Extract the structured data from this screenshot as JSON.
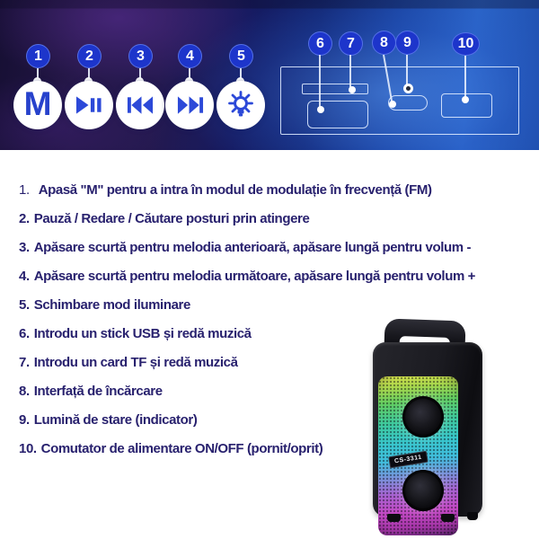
{
  "banner": {
    "callouts": [
      {
        "num": "1",
        "icon": "m-mode-icon",
        "letter": "M"
      },
      {
        "num": "2",
        "icon": "play-pause-icon"
      },
      {
        "num": "3",
        "icon": "previous-track-icon"
      },
      {
        "num": "4",
        "icon": "next-track-icon"
      },
      {
        "num": "5",
        "icon": "light-mode-icon"
      }
    ],
    "port_callouts": [
      {
        "num": "6"
      },
      {
        "num": "7"
      },
      {
        "num": "8"
      },
      {
        "num": "9"
      },
      {
        "num": "10"
      }
    ]
  },
  "instructions": [
    {
      "num": "1.",
      "text": "Apasă \"M\" pentru a intra în modul de modulație în frecvență (FM)"
    },
    {
      "num": "2.",
      "text": "Pauză / Redare / Căutare posturi prin atingere"
    },
    {
      "num": "3.",
      "text": "Apăsare scurtă pentru melodia anterioară, apăsare lungă pentru volum -"
    },
    {
      "num": "4.",
      "text": "Apăsare scurtă pentru melodia următoare, apăsare lungă pentru volum +"
    },
    {
      "num": "5.",
      "text": "Schimbare mod iluminare"
    },
    {
      "num": "6.",
      "text": "Introdu un stick USB și redă muzică"
    },
    {
      "num": "7.",
      "text": "Introdu un card TF și redă muzică"
    },
    {
      "num": "8.",
      "text": "Interfață de încărcare"
    },
    {
      "num": "9.",
      "text": "Lumină de stare (indicator)"
    },
    {
      "num": "10.",
      "text": "Comutator de alimentare ON/OFF (pornit/oprit)"
    }
  ],
  "product": {
    "model_label": "CS-3311"
  },
  "colors": {
    "badge_blue": "#1d35cb",
    "icon_blue": "#2c49d8",
    "text_navy": "#28216e",
    "panel_line": "#dbe6ff"
  }
}
